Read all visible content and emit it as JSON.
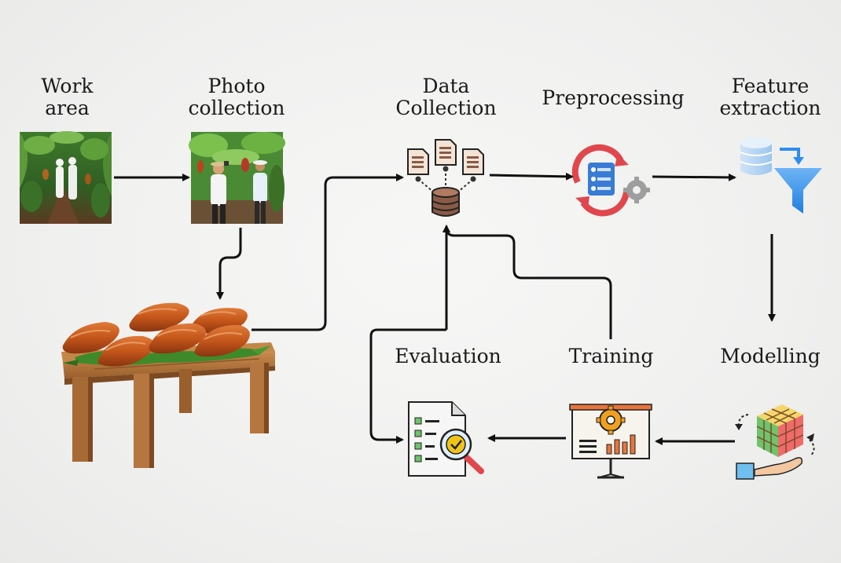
{
  "labels": {
    "work_area": [
      "Work",
      "area"
    ],
    "photo_collection": [
      "Photo",
      "collection"
    ],
    "data_collection": [
      "Data",
      "Collection"
    ],
    "preprocessing": "Preprocessing",
    "feature_extraction": [
      "Feature",
      "extraction"
    ],
    "modelling": "Modelling",
    "training": "Training",
    "evaluation": "Evaluation"
  },
  "colors": {
    "arrow": "#111111",
    "background": "#f2f2f1",
    "pod": "#c4561a",
    "leaf": "#3e8a2a",
    "wood": "#b5773f",
    "doc_brown": "#8a5a44",
    "preproc_red": "#e0474c",
    "preproc_blue": "#3a7bd5",
    "funnel_blue": "#2d8df0",
    "gear_orange": "#f0a020",
    "check_green": "#4caf50"
  },
  "icons": {
    "work_area": "cocoa-plantation-photo",
    "photo_collection": "workers-photographing-pods-photo",
    "pods": "cocoa-pods-on-table-illustration",
    "data_collection": "documents-database-icon",
    "preprocessing": "refresh-settings-icon",
    "feature_extraction": "database-funnel-icon",
    "modelling": "rubik-cube-hand-icon",
    "training": "presentation-gear-chart-icon",
    "evaluation": "checklist-magnifier-icon"
  }
}
